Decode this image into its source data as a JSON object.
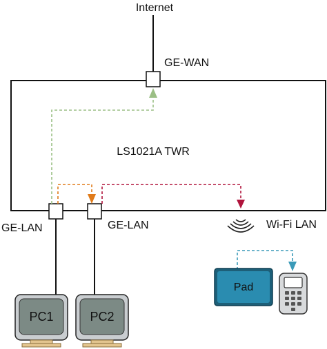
{
  "labels": {
    "internet": "Internet",
    "ge_wan": "GE-WAN",
    "board": "LS1021A TWR",
    "ge_lan_1": "GE-LAN",
    "ge_lan_2": "GE-LAN",
    "wifi_lan": "Wi-Fi LAN",
    "pc1": "PC1",
    "pc2": "PC2",
    "pad": "Pad"
  },
  "colors": {
    "line": "#111111",
    "flow_wan": "#9bbf85",
    "flow_lan": "#e07b1a",
    "flow_wifi": "#b0143c",
    "flow_pad": "#3a9ab8",
    "pc_body": "#c9cdd0",
    "pc_screen": "#7c8a85",
    "pc_stand": "#e3c58f",
    "pad_body": "#2a7fa0",
    "phone_body": "#d8dadc"
  },
  "icons": [
    "wifi-icon",
    "pc-icon",
    "tablet-icon",
    "phone-icon"
  ]
}
